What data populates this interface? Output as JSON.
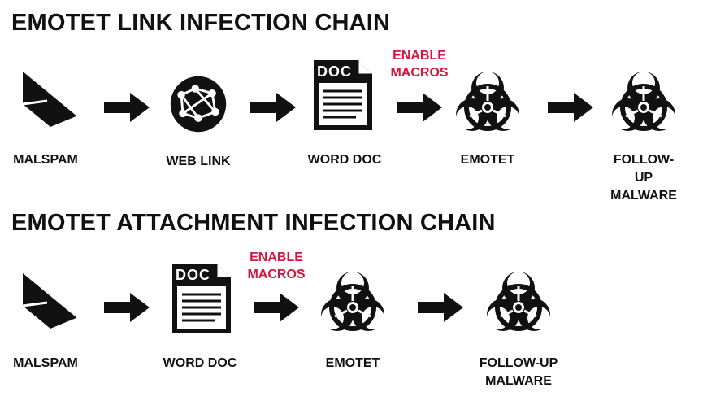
{
  "colors": {
    "ink": "#111111",
    "accent": "#d6153c",
    "background": "#ffffff"
  },
  "chains": [
    {
      "title": "EMOTET LINK INFECTION CHAIN",
      "steps": [
        {
          "icon": "envelope-icon",
          "label": "MALSPAM"
        },
        {
          "icon": "globe-network-icon",
          "label": "WEB LINK"
        },
        {
          "icon": "doc-file-icon",
          "icon_text": "DOC",
          "label": "WORD DOC"
        },
        {
          "icon": "biohazard-icon",
          "label": "EMOTET"
        },
        {
          "icon": "biohazard-icon",
          "label": "FOLLOW-UP\nMALWARE"
        }
      ],
      "note": "ENABLE\nMACROS"
    },
    {
      "title": "EMOTET ATTACHMENT INFECTION CHAIN",
      "steps": [
        {
          "icon": "envelope-icon",
          "label": "MALSPAM"
        },
        {
          "icon": "doc-file-icon",
          "icon_text": "DOC",
          "label": "WORD DOC"
        },
        {
          "icon": "biohazard-icon",
          "label": "EMOTET"
        },
        {
          "icon": "biohazard-icon",
          "label": "FOLLOW-UP\nMALWARE"
        }
      ],
      "note": "ENABLE\nMACROS"
    }
  ]
}
